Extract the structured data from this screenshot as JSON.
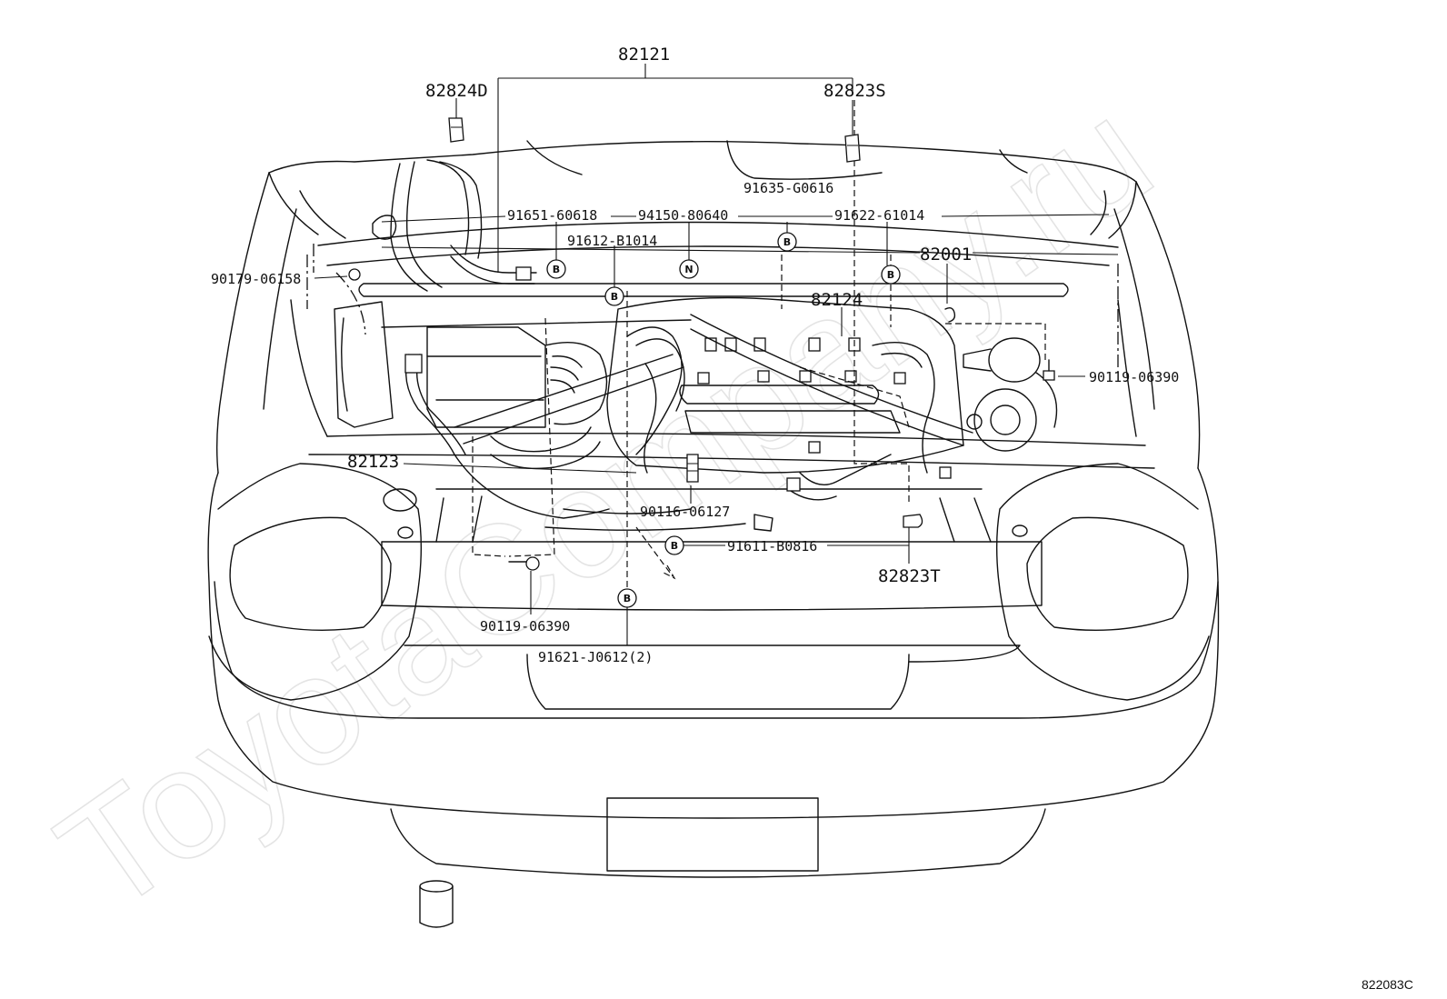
{
  "diagram": {
    "watermark": "ToyotaCompany.ru",
    "reference_code": "822083C",
    "labels": {
      "p82121": "82121",
      "p82824D": "82824D",
      "p82823S": "82823S",
      "p91635": "91635-G0616",
      "p91651": "91651-60618",
      "p94150": "94150-80640",
      "p91622": "91622-61014",
      "p91612": "91612-B1014",
      "p82001": "82001",
      "p90179": "90179-06158",
      "p82124": "82124",
      "p90119r": "90119-06390",
      "p82123": "82123",
      "p90116": "90116-06127",
      "p91611": "91611-B0816",
      "p82823T": "82823T",
      "p90119l": "90119-06390",
      "p91621": "91621-J0612(2)"
    },
    "bolt_markers": {
      "b1": "B",
      "b2": "B",
      "n1": "N",
      "b3": "B",
      "b4": "B",
      "b5": "B",
      "b6": "B"
    }
  }
}
